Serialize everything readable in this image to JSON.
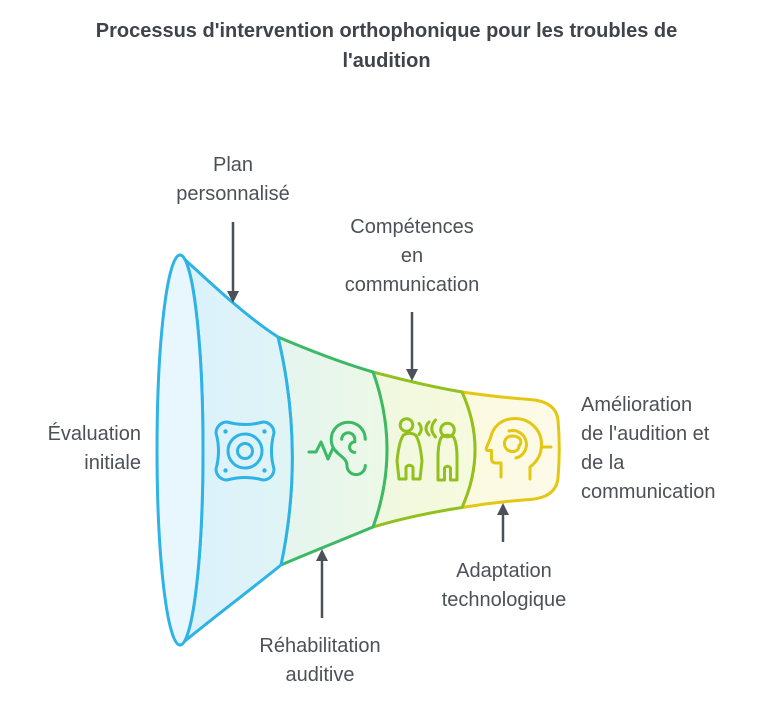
{
  "title": "Processus d'intervention orthophonique pour les troubles de\nl'audition",
  "funnel": {
    "input_label": "Évaluation\ninitiale",
    "output_label": "Amélioration\nde l'audition et\nde la\ncommunication",
    "stages": [
      {
        "name": "plan-personnalise",
        "label": "Plan\npersonnalisé",
        "icon": "speaker-icon",
        "stroke_color": "#2eb3e6",
        "fill_color": "#dcf2fb"
      },
      {
        "name": "rehabilitation-auditive",
        "label": "Réhabilitation\nauditive",
        "icon": "ear-hearing-icon",
        "stroke_color": "#3cb964",
        "fill_color": "#e9f6ec"
      },
      {
        "name": "competences-communication",
        "label": "Compétences\nen\ncommunication",
        "icon": "people-conversation-icon",
        "stroke_color": "#92c01f",
        "fill_color": "#f2f9e0"
      },
      {
        "name": "adaptation-technologique",
        "label": "Adaptation\ntechnologique",
        "icon": "head-cochlea-icon",
        "stroke_color": "#e3c713",
        "fill_color": "#fcfae1"
      }
    ],
    "arrow_color": "#4c5158",
    "title_color": "#3f434a",
    "label_color": "#4c5158"
  }
}
